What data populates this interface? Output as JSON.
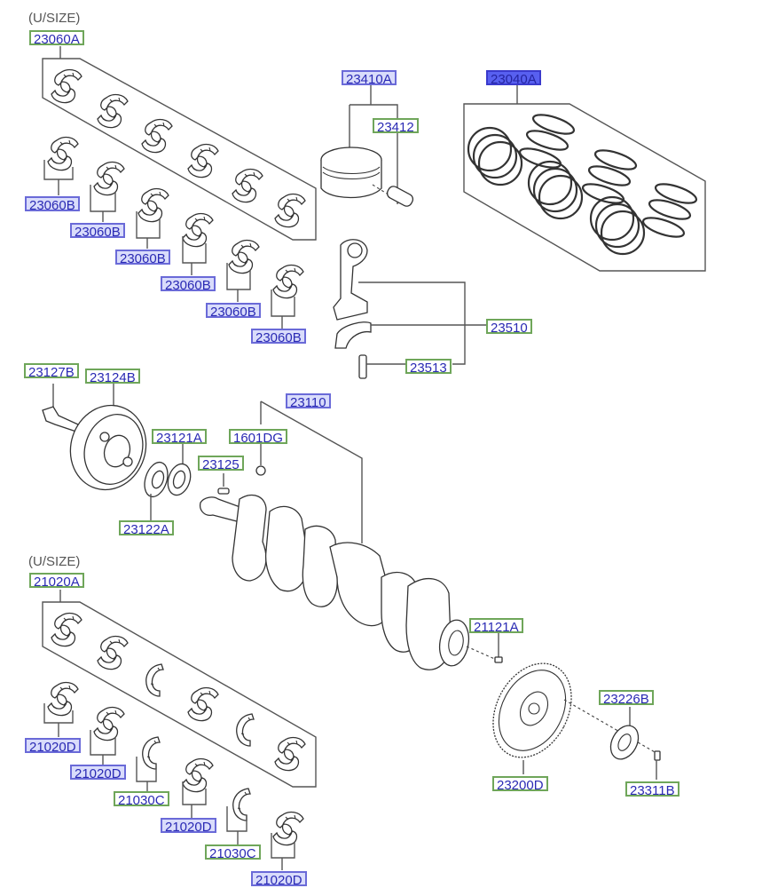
{
  "diagram": {
    "title": "Crankshaft & Piston Assembly Parts Diagram",
    "notes": {
      "upper_undersize": "(U/SIZE)",
      "lower_undersize": "(U/SIZE)"
    },
    "colors": {
      "label_text": "#2a2ab4",
      "green_border": "#6fa65a",
      "blue_border": "#6a6ad8",
      "blue_fill": "#d9dcfb",
      "selected_fill": "#5860f0",
      "line": "#555555"
    },
    "labels": {
      "p23060A": "23060A",
      "p23060B_1": "23060B",
      "p23060B_2": "23060B",
      "p23060B_3": "23060B",
      "p23060B_4": "23060B",
      "p23060B_5": "23060B",
      "p23060B_6": "23060B",
      "p23410A": "23410A",
      "p23412": "23412",
      "p23040A": "23040A",
      "p23510": "23510",
      "p23513": "23513",
      "p23127B": "23127B",
      "p23124B": "23124B",
      "p23110": "23110",
      "p23121A": "23121A",
      "p1601DG": "1601DG",
      "p23125": "23125",
      "p23122A": "23122A",
      "p21020A": "21020A",
      "p21020D_1": "21020D",
      "p21020D_2": "21020D",
      "p21030C_1": "21030C",
      "p21020D_3": "21020D",
      "p21030C_2": "21030C",
      "p21020D_4": "21020D",
      "p21121A": "21121A",
      "p23226B": "23226B",
      "p23200D": "23200D",
      "p23311B": "23311B"
    },
    "label_styles": {
      "green": [
        "23060A",
        "23412",
        "23510",
        "23513",
        "23127B",
        "23124B",
        "23121A",
        "1601DG",
        "23125",
        "23122A",
        "21020A",
        "21030C",
        "21121A",
        "23226B",
        "23200D",
        "23311B"
      ],
      "blue": [
        "23060B",
        "23410A",
        "23110",
        "21020D"
      ],
      "selected": [
        "23040A"
      ]
    }
  }
}
